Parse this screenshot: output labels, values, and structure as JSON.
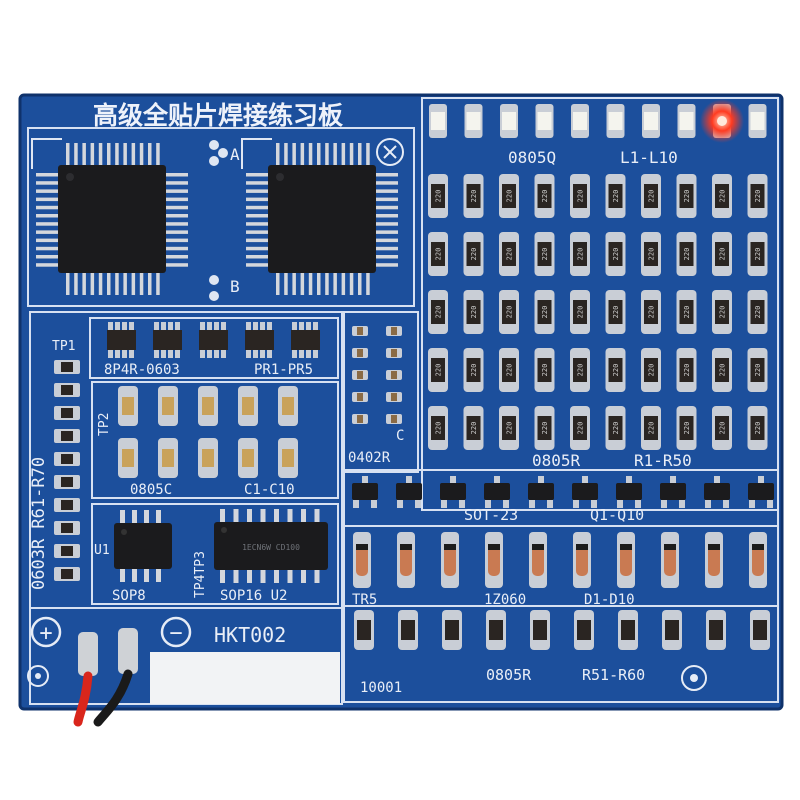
{
  "board": {
    "title": "高级全贴片焊接练习板",
    "model": "HKT002",
    "serial": "10001",
    "colors": {
      "board": "#1c4f9c",
      "board_dark": "#133b7a",
      "silk": "#e9eef7",
      "pad": "#c9ced6",
      "chip": "#1b1b1d",
      "led_on": "#ff2a1a",
      "resistor": "#2a2522",
      "wire_red": "#d9261c",
      "wire_black": "#1a1a1a"
    },
    "icons": [
      "plus-terminal-icon",
      "minus-terminal-icon",
      "ground-symbol-icon",
      "mounting-hole-icon"
    ]
  },
  "labels": {
    "qfp_a": "A",
    "qfp_b": "B",
    "led_package": "0805Q",
    "led_range": "L1-L10",
    "res_package": "0805R",
    "res_range": "R1-R50",
    "res_marking": "220",
    "arrays_package": "8P4R-0603",
    "arrays_range": "PR1-PR5",
    "cap0402_package": "0402R",
    "cap0402_c": "C",
    "tp1": "TP1",
    "tp2": "TP2",
    "tp3": "TP4TP3",
    "r0603": "0603R  R61-R70",
    "c0805_package": "0805C",
    "c0805_range": "C1-C10",
    "sot23_package": "SOT-23",
    "sot23_range": "Q1-Q10",
    "zener_tr5": "TR5",
    "zener_package": "1Z060",
    "zener_range": "D1-D10",
    "u1": "U1",
    "sop8": "SOP8",
    "sop16_u2": "SOP16 U2",
    "sop16_marking": "1ECN6W CD100",
    "bottom_res_package": "0805R",
    "bottom_res_range": "R51-R60",
    "plus": "+",
    "minus": "−"
  }
}
